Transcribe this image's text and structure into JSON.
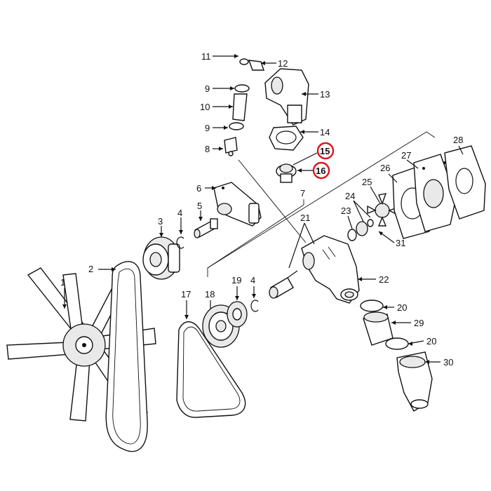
{
  "callouts": [
    {
      "id": "c1",
      "text": "1"
    },
    {
      "id": "c2",
      "text": "2"
    },
    {
      "id": "c3",
      "text": "3"
    },
    {
      "id": "c4a",
      "text": "4"
    },
    {
      "id": "c4b",
      "text": "4"
    },
    {
      "id": "c5",
      "text": "5"
    },
    {
      "id": "c6",
      "text": "6"
    },
    {
      "id": "c7",
      "text": "7"
    },
    {
      "id": "c8",
      "text": "8"
    },
    {
      "id": "c9a",
      "text": "9"
    },
    {
      "id": "c9b",
      "text": "9"
    },
    {
      "id": "c10",
      "text": "10"
    },
    {
      "id": "c11",
      "text": "11"
    },
    {
      "id": "c12",
      "text": "12"
    },
    {
      "id": "c13",
      "text": "13"
    },
    {
      "id": "c14",
      "text": "14"
    },
    {
      "id": "c15",
      "text": "15",
      "highlighted": true
    },
    {
      "id": "c16",
      "text": "16",
      "highlighted": true
    },
    {
      "id": "c17",
      "text": "17"
    },
    {
      "id": "c18",
      "text": "18"
    },
    {
      "id": "c19",
      "text": "19"
    },
    {
      "id": "c20a",
      "text": "20"
    },
    {
      "id": "c20b",
      "text": "20"
    },
    {
      "id": "c21",
      "text": "21"
    },
    {
      "id": "c22",
      "text": "22"
    },
    {
      "id": "c23",
      "text": "23"
    },
    {
      "id": "c24",
      "text": "24"
    },
    {
      "id": "c25",
      "text": "25"
    },
    {
      "id": "c26",
      "text": "26"
    },
    {
      "id": "c27",
      "text": "27"
    },
    {
      "id": "c28",
      "text": "28"
    },
    {
      "id": "c29",
      "text": "29"
    },
    {
      "id": "c30",
      "text": "30"
    },
    {
      "id": "c31",
      "text": "31"
    }
  ],
  "colors": {
    "highlight_circle": "#e0141e",
    "ink": "#111111",
    "background": "#ffffff"
  }
}
